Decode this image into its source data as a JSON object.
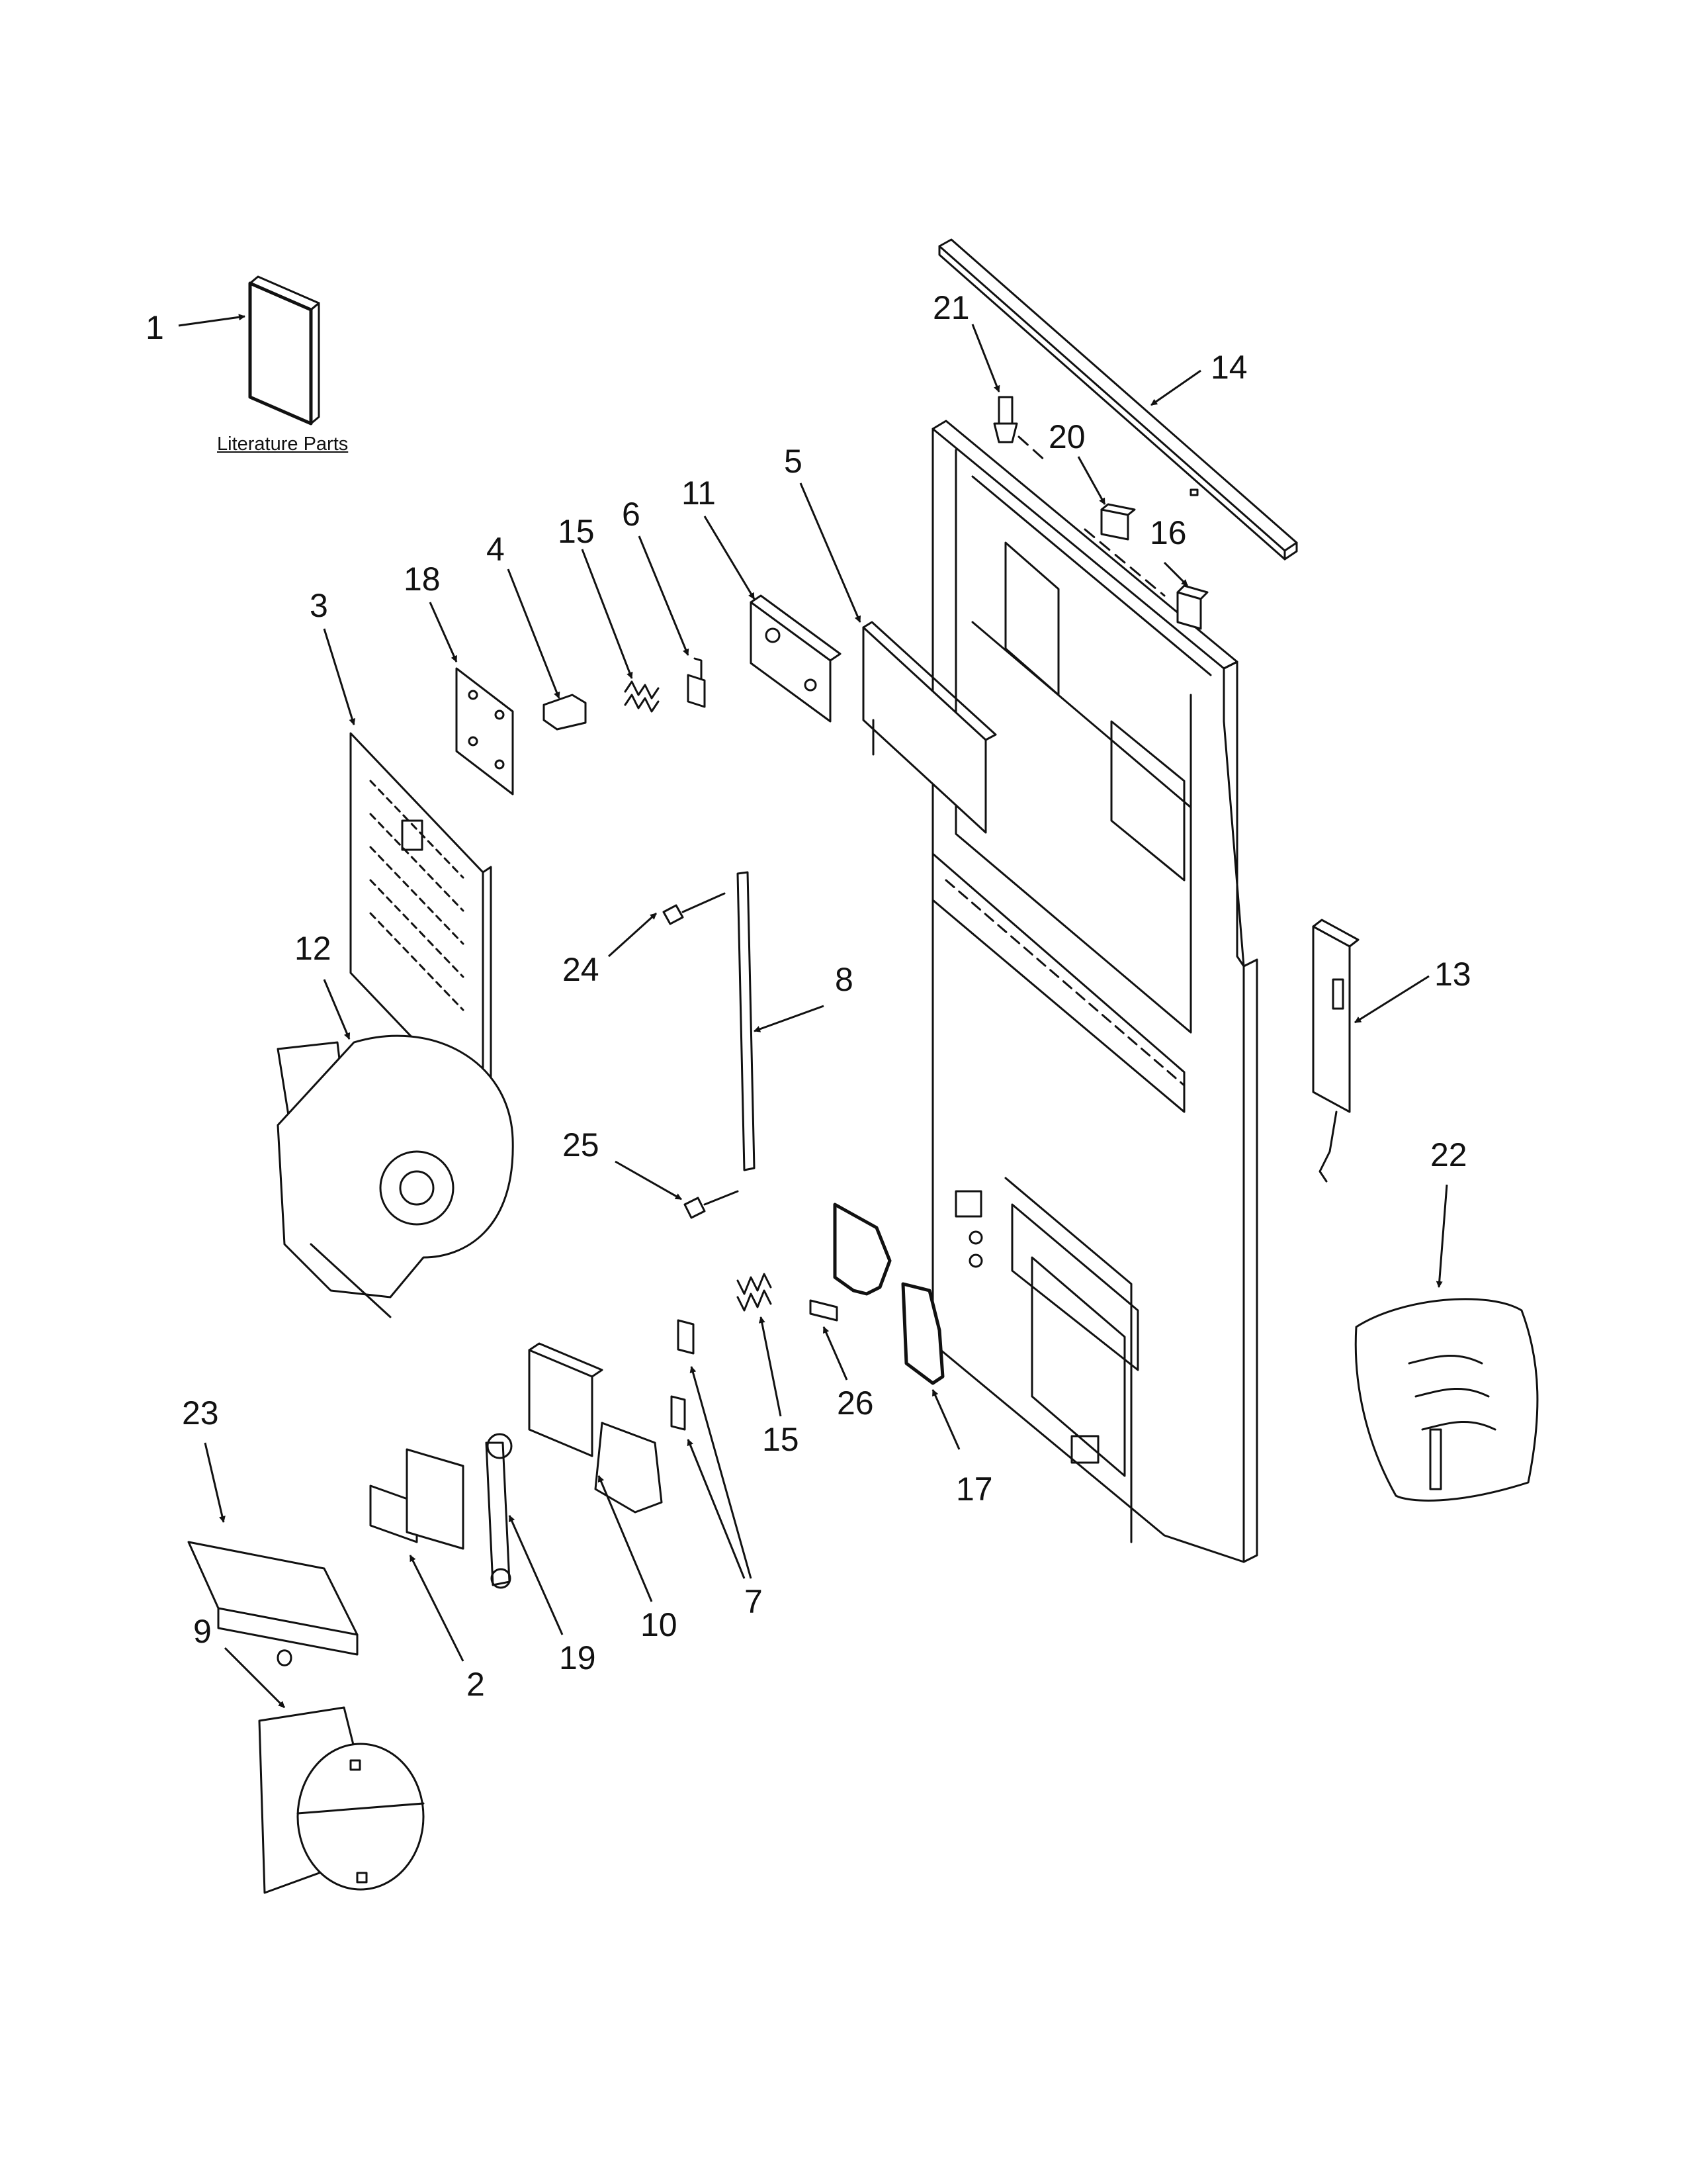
{
  "diagram": {
    "caption": "Literature Parts",
    "callouts": [
      {
        "id": "c1",
        "text": "1"
      },
      {
        "id": "c2",
        "text": "2"
      },
      {
        "id": "c3",
        "text": "3"
      },
      {
        "id": "c4",
        "text": "4"
      },
      {
        "id": "c5",
        "text": "5"
      },
      {
        "id": "c6",
        "text": "6"
      },
      {
        "id": "c7",
        "text": "7"
      },
      {
        "id": "c8",
        "text": "8"
      },
      {
        "id": "c9",
        "text": "9"
      },
      {
        "id": "c10",
        "text": "10"
      },
      {
        "id": "c11",
        "text": "11"
      },
      {
        "id": "c12",
        "text": "12"
      },
      {
        "id": "c13",
        "text": "13"
      },
      {
        "id": "c14",
        "text": "14"
      },
      {
        "id": "c15a",
        "text": "15"
      },
      {
        "id": "c15b",
        "text": "15"
      },
      {
        "id": "c16",
        "text": "16"
      },
      {
        "id": "c17",
        "text": "17"
      },
      {
        "id": "c18",
        "text": "18"
      },
      {
        "id": "c19",
        "text": "19"
      },
      {
        "id": "c20",
        "text": "20"
      },
      {
        "id": "c21",
        "text": "21"
      },
      {
        "id": "c22",
        "text": "22"
      },
      {
        "id": "c23",
        "text": "23"
      },
      {
        "id": "c24",
        "text": "24"
      },
      {
        "id": "c25",
        "text": "25"
      },
      {
        "id": "c26",
        "text": "26"
      }
    ]
  }
}
